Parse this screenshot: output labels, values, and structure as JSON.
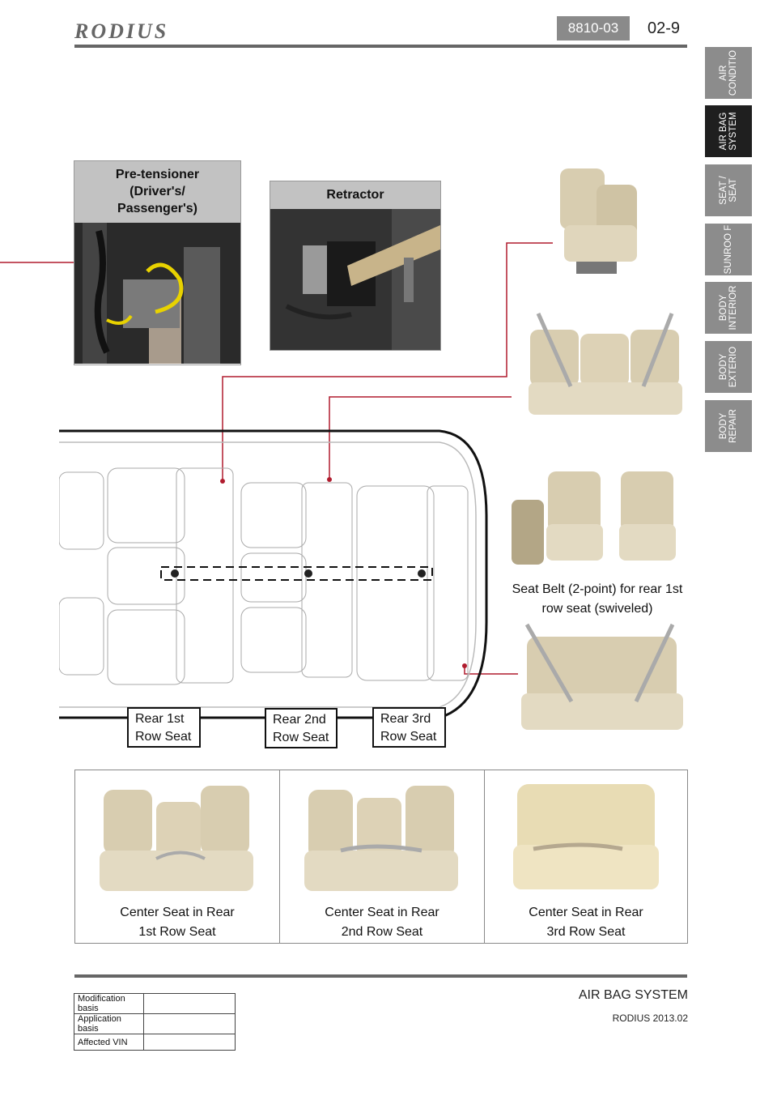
{
  "header": {
    "brand": "RODIUS",
    "section_code": "8810-03",
    "page_number": "02-9"
  },
  "side_tabs": [
    {
      "label": "AIR CONDITIO",
      "active": false
    },
    {
      "label": "AIR BAG SYSTEM",
      "active": true
    },
    {
      "label": "SEAT / SEAT",
      "active": false
    },
    {
      "label": "SUNROO F",
      "active": false
    },
    {
      "label": "BODY INTERIOR",
      "active": false
    },
    {
      "label": "BODY EXTERIO",
      "active": false
    },
    {
      "label": "BODY REPAIR",
      "active": false
    }
  ],
  "pretensioner": {
    "title_line1": "Pre-tensioner",
    "title_line2": "(Driver's/",
    "title_line3": "Passenger's)"
  },
  "retractor": {
    "title": "Retractor"
  },
  "swivel_caption": {
    "line1": "Seat Belt (2-point) for rear 1st",
    "line2": "row seat (swiveled)"
  },
  "row_labels": {
    "rear1": {
      "line1": "Rear 1st",
      "line2": "Row Seat"
    },
    "rear2": {
      "line1": "Rear 2nd",
      "line2": "Row Seat"
    },
    "rear3": {
      "line1": "Rear 3rd",
      "line2": "Row Seat"
    }
  },
  "center_seats": [
    {
      "line1": "Center Seat in Rear",
      "line2": "1st Row Seat"
    },
    {
      "line1": "Center Seat in Rear",
      "line2": "2nd Row Seat"
    },
    {
      "line1": "Center Seat in Rear",
      "line2": "3rd Row Seat"
    }
  ],
  "footer": {
    "title": "AIR BAG SYSTEM",
    "subtitle": "RODIUS 2013.02",
    "table": {
      "modification_basis": "Modification basis",
      "application_basis": "Application basis",
      "affected_vin": "Affected VIN"
    }
  },
  "colors": {
    "accent_line": "#b01c2e",
    "tab_inactive": "#8c8c8c",
    "tab_active": "#1f1f1f",
    "seat_beige": "#d8cdb0"
  }
}
